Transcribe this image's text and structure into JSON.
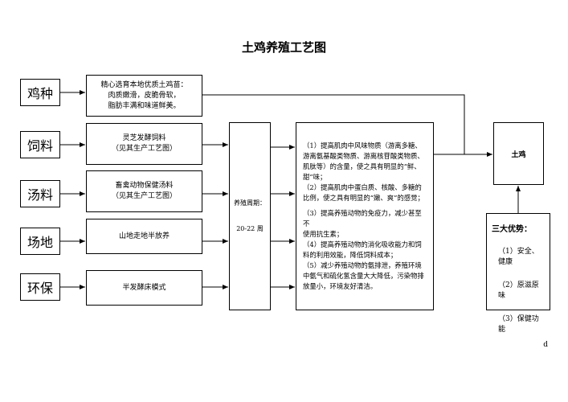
{
  "title": "土鸡养殖工艺图",
  "inputs": [
    {
      "label": "鸡种",
      "desc": [
        "精心选育本地优质土鸡苗：",
        "肉质嫩滑，皮脆骨软，",
        "脂肪丰满和味道鲜美。"
      ]
    },
    {
      "label": "饲料",
      "desc": [
        "灵芝发酵饲料",
        "（见其生产工艺图）"
      ]
    },
    {
      "label": "汤料",
      "desc": [
        "畜禽动物保健汤料",
        "（见其生产工艺图）"
      ]
    },
    {
      "label": "场地",
      "desc": [
        "山地走地半放养"
      ]
    },
    {
      "label": "环保",
      "desc": [
        "半发酵床模式"
      ]
    }
  ],
  "cycle": {
    "line1": "养殖周期：",
    "line2": "20-22 周"
  },
  "benefits": [
    "（1）提高肌肉中风味物质（游离多糖、",
    "游离氨基酸类物质、游离核苷酸类物质、",
    "肌肽等）的含量，使之具有明显的“鲜、",
    "甜”味；",
    "（2）提高肌肉中蛋白质、核酸、多糖的",
    "比例，使之具有明显的“嫩、爽”的感觉；",
    "（3）提高养殖动物的免疫力，减少甚至",
    "不",
    "使用抗生素；",
    "（4）提高养殖动物的消化吸收能力和饲",
    "料的利用效能，降低饲料成本；",
    "（5）减少养殖动物的氨排泄，养殖环境",
    "中氨气和硫化氢含量大大降低，污染物排",
    "放量小，环境友好清洁。"
  ],
  "product": "土鸡",
  "advantages": {
    "heading": "三大优势：",
    "items": [
      "（1）安全、健康",
      "（2）原滋原味",
      "（3）保健功能"
    ]
  },
  "page_mark": "d"
}
